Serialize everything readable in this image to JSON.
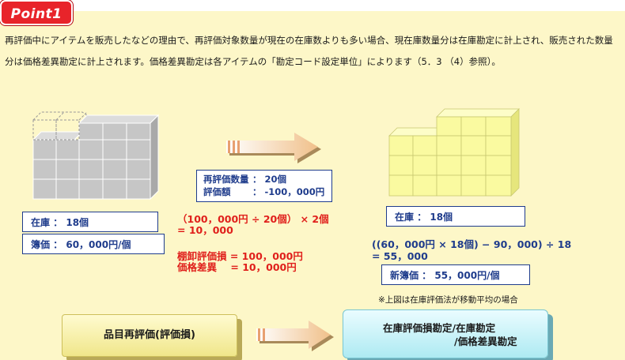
{
  "badge": "Point1",
  "intro": "再評価中にアイテムを販売したなどの理由で、再評価対象数量が現在の在庫数よりも多い場合、現在庫数量分は在庫勘定に計上され、販売された数量分は価格差異勘定に計上されます。価格差異勘定は各アイテムの「勘定コード設定単位」によります（5．3 （4）参照）。",
  "left": {
    "stock_label": "在庫 ： 18個",
    "book_price_label": "簿価 ： 60，000円/個"
  },
  "middle": {
    "reval_qty_key": "再評価数量",
    "reval_qty_val": "： 20個",
    "reval_amt_key": "評価額",
    "reval_amt_val": "： -100，000円",
    "formula_line1": "（100，000円 ÷ 20個） × 2個",
    "formula_line2": "= 10，000",
    "loss_line": "棚卸評価損 = 100，000円",
    "variance_line": "価格差異    = 10，000円"
  },
  "right": {
    "stock_label": "在庫 ： 18個",
    "formula_line1": "((60，000円 × 18個) − 90，000) ÷ 18",
    "formula_line2": "= 55，000",
    "new_book_price_label": "新簿価 ： 55，000円/個"
  },
  "note": "※上図は在庫評価法が移動平均の場合",
  "flow": {
    "left_label": "品目再評価(評価損)",
    "right_line1": "在庫評価損勘定/在庫勘定",
    "right_line2": "/価格差異勘定"
  },
  "colors": {
    "badge_red": "#e8242a",
    "panel_yellow": "#fdf7c8",
    "text_blue": "#1f3c8c",
    "text_red": "#e0201c",
    "cube_gray": "#c8c8c8",
    "cube_yellow": "#fafaa0"
  }
}
